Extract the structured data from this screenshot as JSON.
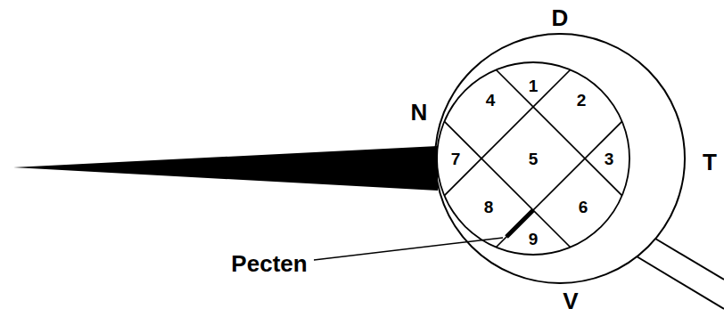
{
  "diagram": {
    "labels": [
      "D",
      "1",
      "4",
      "2",
      "N",
      "7",
      "5",
      "3",
      "T",
      "8",
      "6",
      "9",
      "Pecten",
      "V"
    ]
  }
}
